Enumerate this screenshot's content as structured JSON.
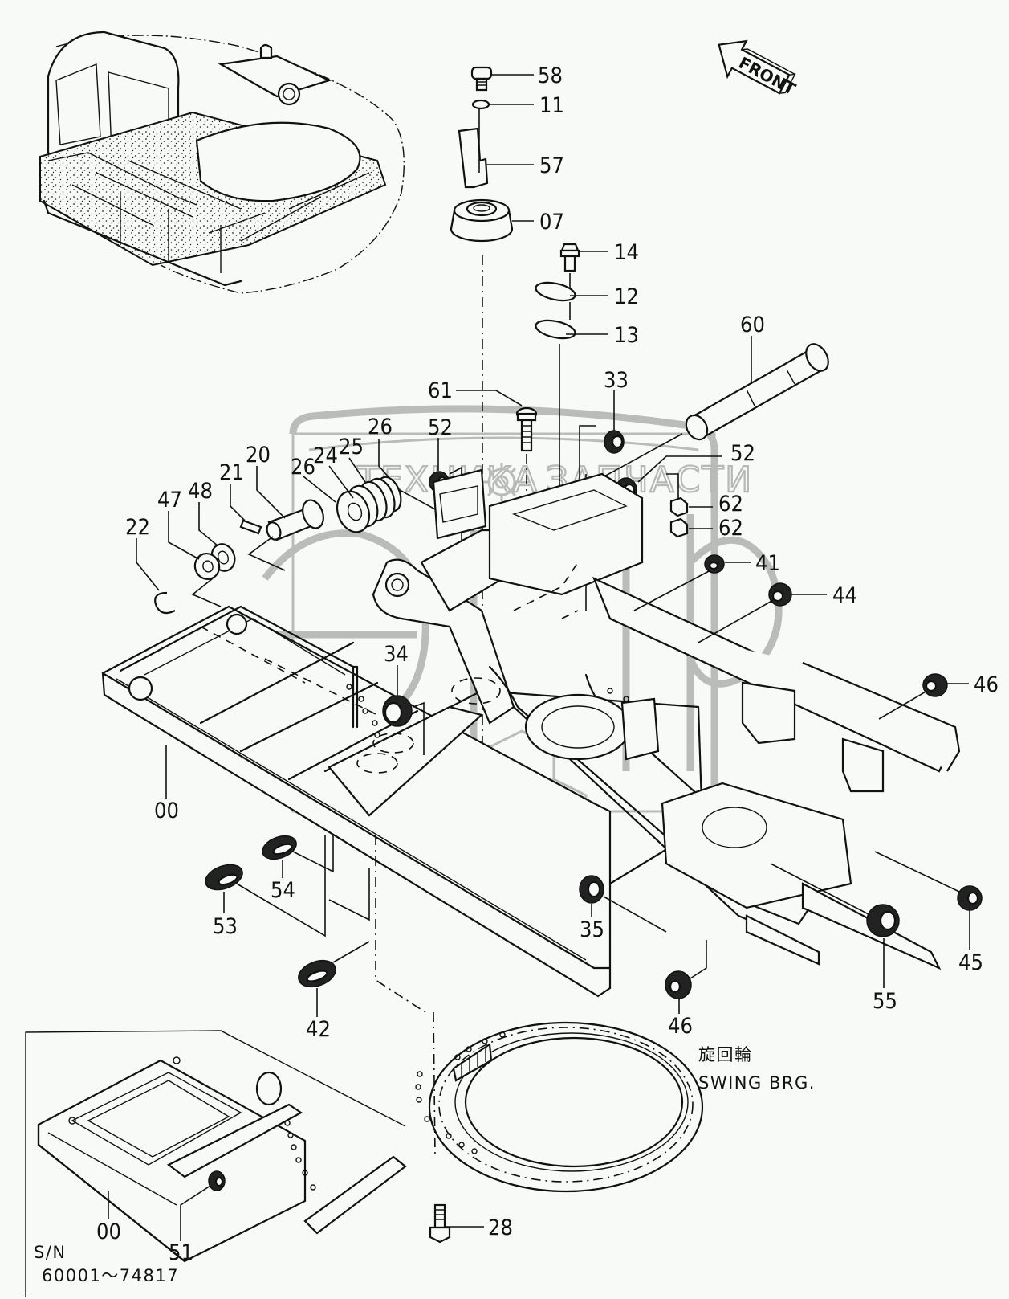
{
  "diagram": {
    "title": "Upper frame / swing bearing parts diagram",
    "direction_indicator": {
      "icon": "front-arrow-icon",
      "label": "FRONT"
    },
    "watermark": {
      "line1_left": "ТЕХНИКА",
      "line1_right": "ЗАПЧАСТИ",
      "logo_letters": "эпф",
      "icon": "gear-icon"
    },
    "callouts": [
      {
        "id": "58",
        "part": "bolt"
      },
      {
        "id": "11",
        "part": "lock washer"
      },
      {
        "id": "57",
        "part": "bracket"
      },
      {
        "id": "07",
        "part": "cap / seal"
      },
      {
        "id": "14",
        "part": "bolt"
      },
      {
        "id": "12",
        "part": "plate"
      },
      {
        "id": "13",
        "part": "shim"
      },
      {
        "id": "60",
        "part": "pin"
      },
      {
        "id": "61",
        "part": "bolt"
      },
      {
        "id": "33",
        "part": "nut"
      },
      {
        "id": "52",
        "part": "nut"
      },
      {
        "id": "52b",
        "label": "52",
        "part": "nut"
      },
      {
        "id": "62",
        "part": "nut"
      },
      {
        "id": "62b",
        "label": "62",
        "part": "nut"
      },
      {
        "id": "26",
        "part": "shim"
      },
      {
        "id": "26b",
        "label": "26",
        "part": "shim"
      },
      {
        "id": "25",
        "part": "bushing"
      },
      {
        "id": "24",
        "part": "bushing"
      },
      {
        "id": "20",
        "part": "pin"
      },
      {
        "id": "21",
        "part": "roll pin"
      },
      {
        "id": "48",
        "part": "washer"
      },
      {
        "id": "47",
        "part": "washer"
      },
      {
        "id": "22",
        "part": "snap ring"
      },
      {
        "id": "41",
        "part": "grommet"
      },
      {
        "id": "44",
        "part": "grommet"
      },
      {
        "id": "34",
        "part": "grommet"
      },
      {
        "id": "46",
        "part": "grommet"
      },
      {
        "id": "46b",
        "label": "46",
        "part": "grommet"
      },
      {
        "id": "00",
        "part": "upper frame"
      },
      {
        "id": "00b",
        "label": "00",
        "part": "upper frame (variant)"
      },
      {
        "id": "54",
        "part": "grommet"
      },
      {
        "id": "53",
        "part": "grommet"
      },
      {
        "id": "35",
        "part": "grommet"
      },
      {
        "id": "45",
        "part": "grommet"
      },
      {
        "id": "55",
        "part": "grommet"
      },
      {
        "id": "42",
        "part": "grommet"
      },
      {
        "id": "51",
        "part": "grommet"
      },
      {
        "id": "28",
        "part": "bolt"
      }
    ],
    "labels": {
      "c58": "58",
      "c11": "11",
      "c57": "57",
      "c07": "07",
      "c14": "14",
      "c12": "12",
      "c13": "13",
      "c60": "60",
      "c61": "61",
      "c33": "33",
      "c52a": "52",
      "c52b": "52",
      "c62a": "62",
      "c62b": "62",
      "c26a": "26",
      "c26b": "26",
      "c25": "25",
      "c24": "24",
      "c20": "20",
      "c21": "21",
      "c48": "48",
      "c47": "47",
      "c22": "22",
      "c41": "41",
      "c44": "44",
      "c34": "34",
      "c46a": "46",
      "c46b": "46",
      "c00a": "00",
      "c00b": "00",
      "c54": "54",
      "c53": "53",
      "c35": "35",
      "c45": "45",
      "c55": "55",
      "c42": "42",
      "c51": "51",
      "c28": "28"
    },
    "swing_bearing": {
      "label_jp": "旋回輪",
      "label_en": "SWING BRG."
    },
    "inset": {
      "serial_label": "S/N",
      "serial_range": "60001～74817"
    }
  }
}
